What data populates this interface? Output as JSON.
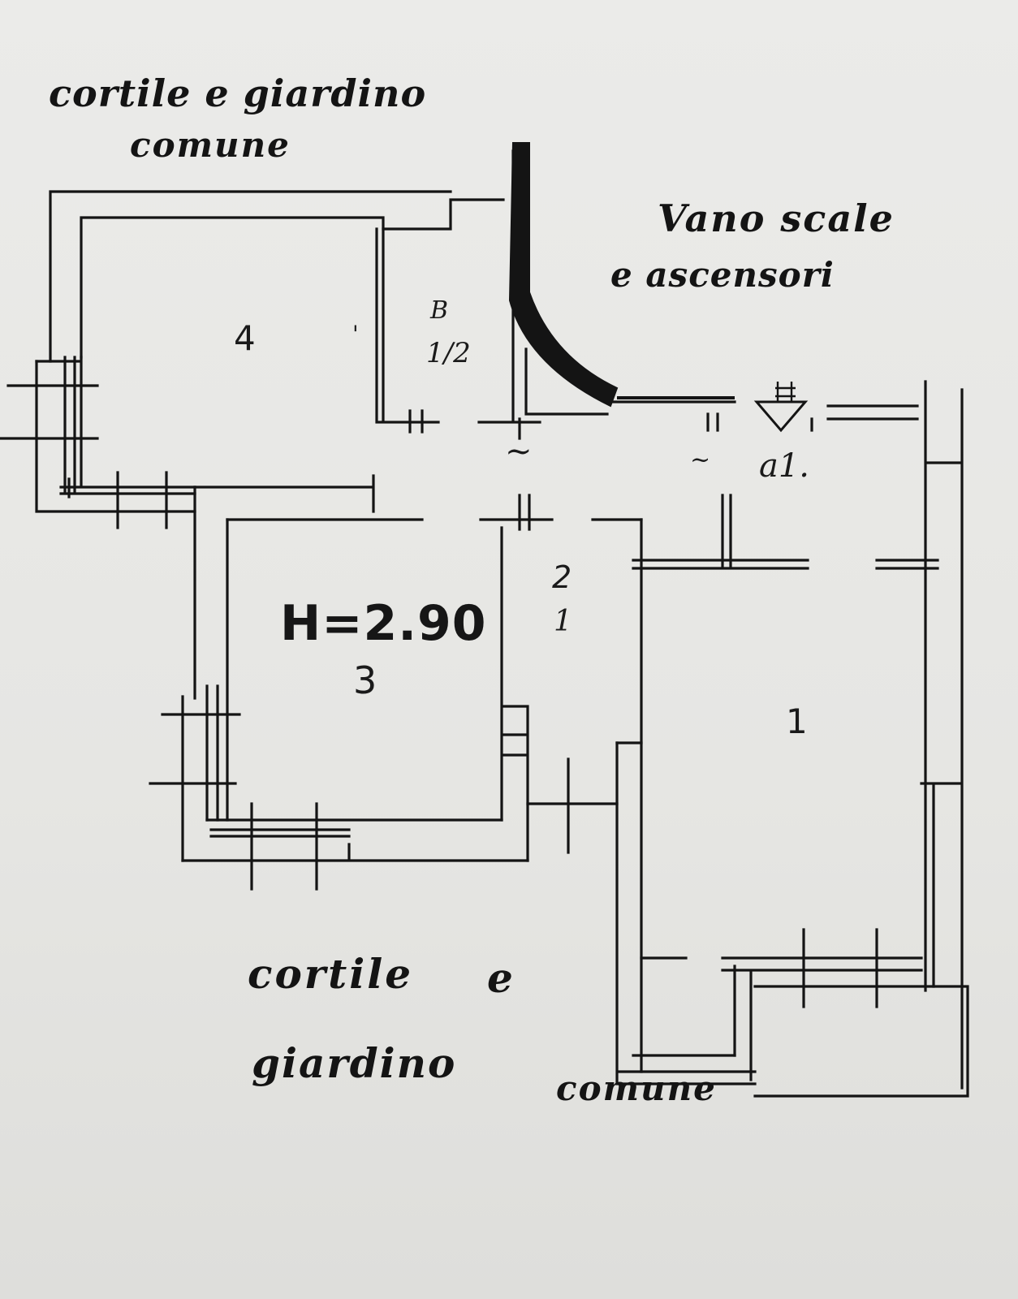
{
  "labels": {
    "courtyard_top_line1": "cortile e giardino",
    "courtyard_top_line2": "comune",
    "stairs_line1": "Vano scale",
    "stairs_line2": "e ascensori",
    "courtyard_bottom_line1": "cortile",
    "courtyard_bottom_line1b": "e",
    "courtyard_bottom_line2": "giardino",
    "courtyard_bottom_line3": "comune",
    "room_4": "4",
    "room_3": "3",
    "room_2": "2",
    "room_2_sub": "1",
    "room_1": "1",
    "height": "H=2.90",
    "bath_mark": "B",
    "bath_number": "1/2",
    "wall_mark": "'",
    "a1": "a1.",
    "tilde_1": "~",
    "tilde_2": "~"
  },
  "colors": {
    "ink": "#141414",
    "paper": "#e9e9e7"
  }
}
